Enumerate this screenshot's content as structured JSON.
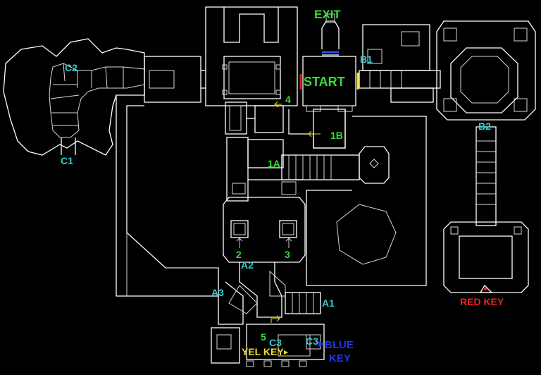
{
  "map": {
    "background": "#000000",
    "wall_color": "#ffffff",
    "labels": {
      "exit": {
        "text": "EXIT",
        "color": "#33dd33"
      },
      "start": {
        "text": "START",
        "color": "#33dd33"
      },
      "c1": {
        "text": "C1",
        "color": "#33cccc"
      },
      "c2": {
        "text": "C2",
        "color": "#33cccc"
      },
      "b1": {
        "text": "B1",
        "color": "#33cccc"
      },
      "b2": {
        "text": "B2",
        "color": "#33cccc"
      },
      "a1": {
        "text": "A1",
        "color": "#33cccc"
      },
      "a2": {
        "text": "A2",
        "color": "#33cccc"
      },
      "a3": {
        "text": "A3",
        "color": "#33cccc"
      },
      "c3_left": {
        "text": "C3",
        "color": "#33cccc"
      },
      "c3_right": {
        "text": "C3",
        "color": "#33cccc"
      },
      "n1a": {
        "text": "1A",
        "color": "#33dd33"
      },
      "n1b": {
        "text": "1B",
        "color": "#33dd33"
      },
      "n2": {
        "text": "2",
        "color": "#33dd33"
      },
      "n3": {
        "text": "3",
        "color": "#33dd33"
      },
      "n4": {
        "text": "4",
        "color": "#33dd33"
      },
      "n5": {
        "text": "5",
        "color": "#33dd33"
      },
      "red_key": {
        "text": "RED KEY",
        "color": "#ee2222"
      },
      "yel_key": {
        "text": "YEL KEY",
        "color": "#eedd22"
      },
      "blue_key_1": {
        "text": "BLUE",
        "color": "#2233ee"
      },
      "blue_key_2": {
        "text": "KEY",
        "color": "#2233ee"
      }
    },
    "doors": {
      "exit_door": "#3355ff",
      "start_red_door": "#dd2222",
      "start_yellow_door": "#eedd22"
    },
    "icons": [
      "arrow-up-icon",
      "arrow-left-icon",
      "key-marker-icon"
    ]
  }
}
